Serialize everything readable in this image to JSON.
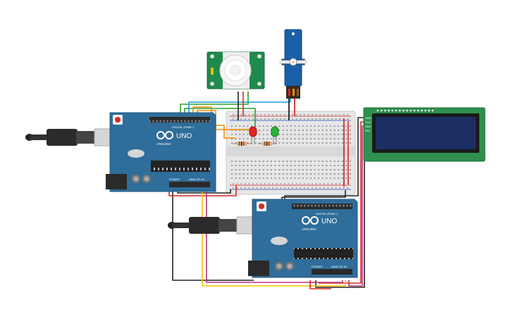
{
  "arduino_top": {
    "brand": "ARDUINO",
    "model": "UNO",
    "digital_label": "DIGITAL (PWM~)",
    "power_label": "POWER",
    "analog_label": "ANALOG IN",
    "icon": "arduino-logo-icon"
  },
  "arduino_bottom": {
    "brand": "ARDUINO",
    "model": "UNO",
    "digital_label": "DIGITAL (PWM~)",
    "power_label": "POWER",
    "analog_label": "ANALOG IN",
    "icon": "arduino-logo-icon"
  },
  "lcd": {
    "pin_gnd": "GND",
    "pin_vcc": "VCC",
    "pin_sda": "SDA",
    "pin_scl": "SCL"
  },
  "colors": {
    "board": "#2f6d9a",
    "board_dark": "#24577d",
    "breadboard": "#e6e6e6",
    "pir_board": "#1f8a4c",
    "servo": "#1b5fa8",
    "lcd_frame": "#2f8f4e",
    "lcd_screen": "#1c2f63",
    "wire_red": "#d62828",
    "wire_black": "#222222",
    "wire_orange": "#f08c00",
    "wire_green": "#2ca02c",
    "wire_teal": "#1f9ed1",
    "wire_yellow": "#f2c200",
    "wire_magenta": "#b8327a",
    "led_red": "#e52222",
    "led_green": "#27b33b"
  },
  "icons": [
    "usb-cable-icon",
    "arduino-logo-icon",
    "pir-dome-icon",
    "servo-horn-icon"
  ]
}
